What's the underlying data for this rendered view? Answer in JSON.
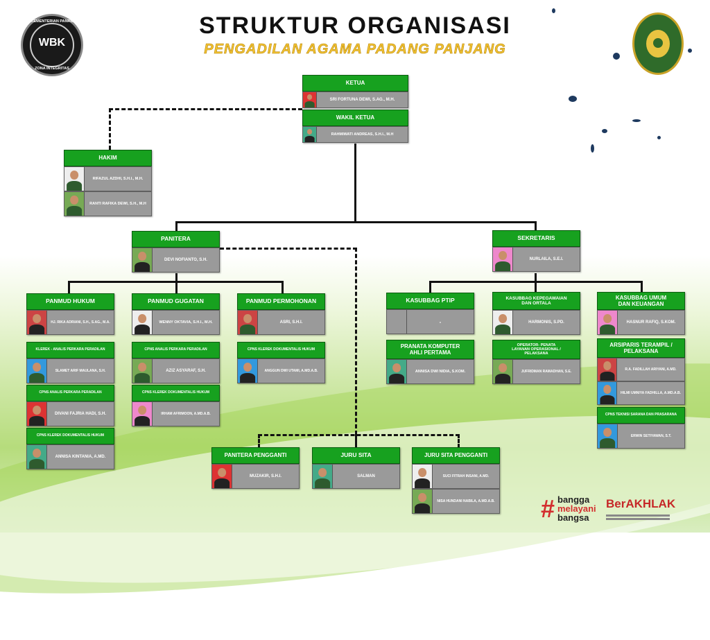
{
  "header": {
    "title": "STRUKTUR ORGANISASI",
    "subtitle": "PENGADILAN AGAMA PADANG PANJANG"
  },
  "logos": {
    "left_lines": [
      "KEMENTERIAN PANRB",
      "WBK",
      "ZONA INTEGRITAS"
    ],
    "bangga": [
      "bangga",
      "melayani",
      "bangsa"
    ],
    "berakhlak": "BerAKHLAK"
  },
  "colors": {
    "header_green": "#17a11f",
    "name_gray": "#9a9a9a",
    "title_gold": "#f1c232"
  },
  "boxes": {
    "ketua": {
      "title": "KETUA",
      "names": [
        "SRI FORTUNA DEWI, S.AG., M.H."
      ]
    },
    "wakil": {
      "title": "WAKIL KETUA",
      "names": [
        "RAHMIWATI ANDREAS, S.H.I., M.H"
      ]
    },
    "hakim": {
      "title": "HAKIM",
      "names": [
        "RIFAZUL AZDHI, S.H.I., M.H.",
        "RANTI RAFIKA DEWI, S.H., M.H"
      ]
    },
    "panitera": {
      "title": "PANITERA",
      "names": [
        "DEVI NOFIANTO, S.H."
      ]
    },
    "sekretaris": {
      "title": "SEKRETARIS",
      "names": [
        "NURLAILA, S.E.I."
      ]
    },
    "panmud_hukum": {
      "title": "PANMUD HUKUM",
      "names": [
        "HJ. RIKA ADRIANI, S.H., S.AG., M.A."
      ]
    },
    "klerek_hukum": {
      "title": "KLEREK - ANALIS PERKARA PERADILAN",
      "names": [
        "SLAMET ARIF MAULANA, S.H."
      ]
    },
    "cpns_hukum_1": {
      "title": "CPNS ANALIS PERKARA PERADILAN",
      "names": [
        "DIVANI FAJRIA HADI, S.H."
      ]
    },
    "cpns_hukum_2": {
      "title": "CPNS KLEREK DOKUMENTALIS HUKUM",
      "names": [
        "ANNISA KINTANIA, A.MD."
      ]
    },
    "panmud_gugatan": {
      "title": "PANMUD GUGATAN",
      "names": [
        "WENNY OKTAVIA, S.H.I., M.H."
      ]
    },
    "cpns_gugatan_1": {
      "title": "CPNS ANALIS PERKARA PERADILAN",
      "names": [
        "AZIZ ASYARAF, S.H."
      ]
    },
    "cpns_gugatan_2": {
      "title": "CPNS KLEREK DOKUMENTALIS HUKUM",
      "names": [
        "IRHAM AFRIMOON, A.MD.A.B."
      ]
    },
    "panmud_permohonan": {
      "title": "PANMUD PERMOHONAN",
      "names": [
        "ASRI, S.H.I."
      ]
    },
    "cpns_permohonan": {
      "title": "CPNS KLEREK DOKUMENTALIS HUKUM",
      "names": [
        "ANGGUN DWI UTAMI, A.MD.A.B."
      ]
    },
    "kasubbag_ptip": {
      "title": "KASUBBAG PTIP",
      "names": [
        "-"
      ]
    },
    "pranata": {
      "title": "PRANATA KOMPUTER\nAHLI PERTAMA",
      "names": [
        "ANNISA DWI NIDIA, S.KOM."
      ]
    },
    "kasubbag_kepeg": {
      "title": "KASUBBAG KEPEGAWAIAN\nDAN ORTALA",
      "names": [
        "HARMONIS, S.PD."
      ]
    },
    "operator": {
      "title": "OPERATOR- PENATA\nLAYANAN OPERASIONAL /\nPELAKSANA",
      "names": [
        "JUFRIDMAN RAMADHAN, S.E."
      ]
    },
    "kasubbag_umum": {
      "title": "KASUBBAG UMUM\nDAN KEUANGAN",
      "names": [
        "HASNUR RAFIQ, S.KOM."
      ]
    },
    "arsiparis": {
      "title": "ARSIPARIS TERAMPIL /\nPELAKSANA",
      "names": [
        "R.A. FADILLAH ARIYANI, A.MD.",
        "HILMI UMNIYA FADHILLA, A.MD.A.B."
      ]
    },
    "cpns_sarana": {
      "title": "CPNS TEKNISI SARANA DAN PRASARANA",
      "names": [
        "ERWIN SETIYAWAN, S.T."
      ]
    },
    "panitera_pengganti": {
      "title": "PANITERA PENGGANTI",
      "names": [
        "MUZAKIR, S.H.I."
      ]
    },
    "juru_sita": {
      "title": "JURU SITA",
      "names": [
        "SALMAN"
      ]
    },
    "juru_sita_pengganti": {
      "title": "JURU SITA PENGGANTI",
      "names": [
        "SUCI FITRAH INSANI, A.MD.",
        "NISA HUNDANI NABILA, A.MD.A.B."
      ]
    }
  }
}
